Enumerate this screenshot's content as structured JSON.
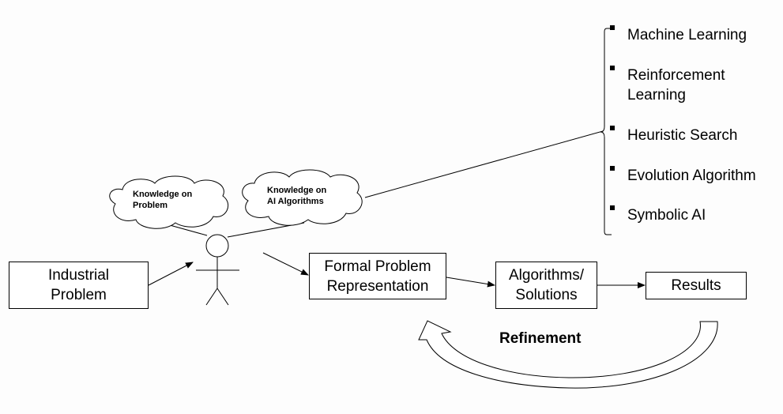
{
  "boxes": {
    "industrial_problem": [
      "Industrial",
      "Problem"
    ],
    "formal_problem": [
      "Formal Problem",
      "Representation"
    ],
    "algorithms": [
      "Algorithms/",
      "Solutions"
    ],
    "results": "Results"
  },
  "clouds": {
    "knowledge_problem": [
      "Knowledge on",
      "Problem"
    ],
    "knowledge_ai": [
      "Knowledge on",
      "AI Algorithms"
    ]
  },
  "ai_list": [
    [
      "Machine Learning"
    ],
    [
      "Reinforcement",
      "Learning"
    ],
    [
      "Heuristic Search"
    ],
    [
      "Evolution Algorithm"
    ],
    [
      "Symbolic AI"
    ]
  ],
  "refinement": "Refinement"
}
